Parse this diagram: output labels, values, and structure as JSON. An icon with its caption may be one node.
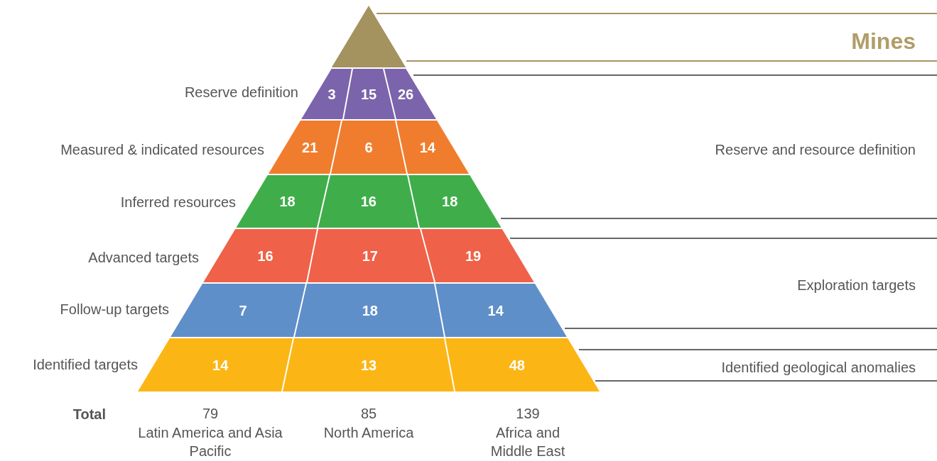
{
  "diagram": {
    "nodes": [
      {
        "text": [],
        "shape": "triangle"
      },
      {
        "text": [
          "3"
        ]
      },
      {
        "text": [
          "15"
        ]
      },
      {
        "text": [
          "26"
        ]
      },
      {
        "text": [
          "21"
        ]
      },
      {
        "text": [
          "6"
        ]
      },
      {
        "text": [
          "14"
        ]
      },
      {
        "text": [
          "18"
        ]
      },
      {
        "text": [
          "16"
        ]
      },
      {
        "text": [
          "18"
        ]
      },
      {
        "text": [
          "16"
        ]
      },
      {
        "text": [
          "17"
        ]
      },
      {
        "text": [
          "19"
        ]
      },
      {
        "text": [
          "7"
        ]
      },
      {
        "text": [
          "18"
        ]
      },
      {
        "text": [
          "14"
        ]
      },
      {
        "text": [
          "14"
        ]
      },
      {
        "text": [
          "13"
        ]
      },
      {
        "text": [
          "48"
        ]
      }
    ],
    "labels": [
      "Mines",
      "Reserve definition",
      "Measured & indicated resources",
      "Reserve and resource definition",
      "Inferred resources",
      "Advanced targets",
      "Exploration targets",
      "Follow-up targets",
      "Identified targets",
      "Identified geological anomalies",
      "Total",
      "79",
      "85",
      "139",
      "Latin America and Asia Pacific",
      "North America",
      "Africa and Middle East"
    ]
  }
}
